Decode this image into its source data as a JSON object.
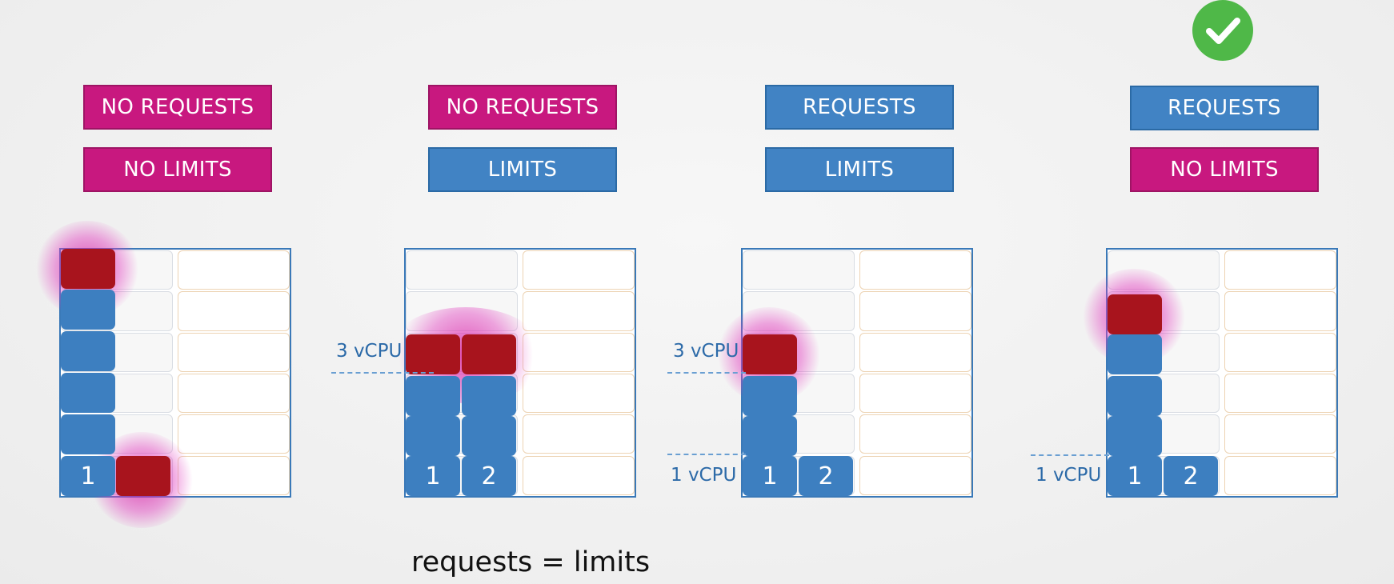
{
  "scenarios": [
    {
      "requests_label": "NO REQUESTS",
      "limits_label": "NO LIMITS",
      "requests_set": false,
      "limits_set": false,
      "upper_cpu_label": "",
      "lower_cpu_label": "",
      "pod_labels": [
        "1",
        ""
      ]
    },
    {
      "requests_label": "NO REQUESTS",
      "limits_label": "LIMITS",
      "requests_set": false,
      "limits_set": true,
      "upper_cpu_label": "3 vCPU",
      "lower_cpu_label": "",
      "pod_labels": [
        "1",
        "2"
      ]
    },
    {
      "requests_label": "REQUESTS",
      "limits_label": "LIMITS",
      "requests_set": true,
      "limits_set": true,
      "upper_cpu_label": "3 vCPU",
      "lower_cpu_label": "1 vCPU",
      "pod_labels": [
        "1",
        "2"
      ]
    },
    {
      "requests_label": "REQUESTS",
      "limits_label": "NO LIMITS",
      "requests_set": true,
      "limits_set": false,
      "upper_cpu_label": "",
      "lower_cpu_label": "1 vCPU",
      "pod_labels": [
        "1",
        "2"
      ],
      "recommended": true
    }
  ],
  "caption": "requests = limits",
  "colors": {
    "set": "#4183c4",
    "unset": "#c8187f",
    "cpu_used": "#3d7fc0",
    "cpu_contended": "#a8141d",
    "check": "#4fb848"
  },
  "icons": {
    "recommended": "check-circle-icon"
  }
}
